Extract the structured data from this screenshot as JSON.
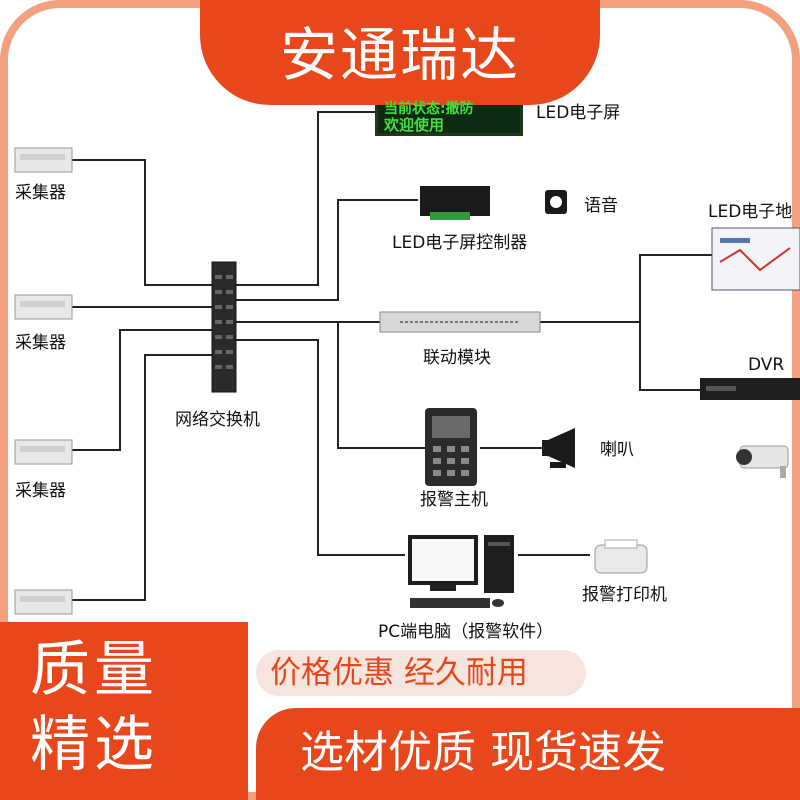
{
  "brand": {
    "title": "安通瑞达"
  },
  "led_screen": {
    "line1": "当前状态:撤防",
    "line2": "欢迎使用"
  },
  "labels": {
    "led_screen": "LED电子屏",
    "voice": "语音",
    "led_controller": "LED电子屏控制器",
    "led_map": "LED电子地",
    "linkage_module": "联动模块",
    "dvr": "DVR",
    "network_switch": "网络交换机",
    "horn": "喇叭",
    "alarm_host": "报警主机",
    "alarm_printer": "报警打印机",
    "pc_software": "PC端电脑（报警软件）",
    "collector_1": "采集器",
    "collector_2": "采集器",
    "collector_3": "采集器"
  },
  "badge": {
    "line1": "质量",
    "line2": "精选"
  },
  "promo": {
    "line1": "价格优惠 经久耐用",
    "line2": "选材优质 现货速发"
  },
  "colors": {
    "accent": "#e8471c",
    "frame": "#f2a07e",
    "light_bar": "#f6e5dc",
    "led_green": "#3fe03f"
  }
}
